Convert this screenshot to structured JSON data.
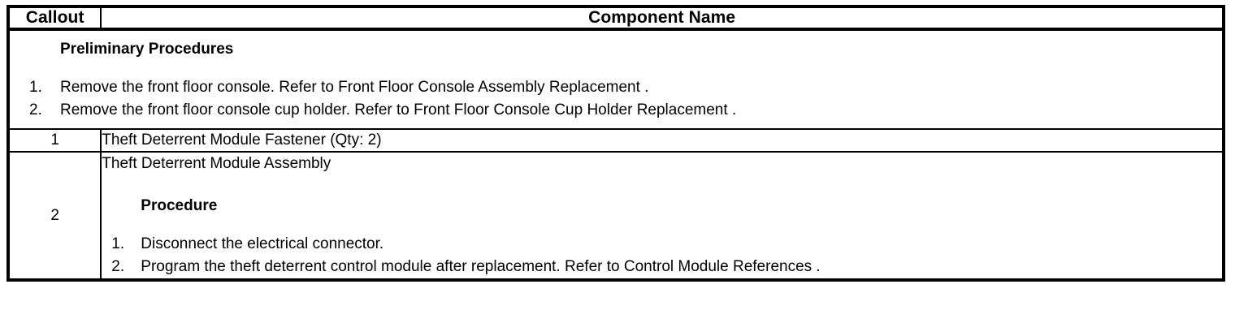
{
  "table": {
    "headers": {
      "callout": "Callout",
      "component_name": "Component Name"
    },
    "preliminary": {
      "title": "Preliminary Procedures",
      "steps": [
        {
          "num": "1.",
          "text": "Remove the front floor console. Refer to Front Floor Console Assembly Replacement ."
        },
        {
          "num": "2.",
          "text": "Remove the front floor console cup holder. Refer to Front Floor Console Cup Holder Replacement ."
        }
      ]
    },
    "rows": [
      {
        "callout": "1",
        "name": "Theft Deterrent Module Fastener (Qty: 2)"
      },
      {
        "callout": "2",
        "name": "Theft Deterrent Module Assembly",
        "procedure_title": "Procedure",
        "procedure_steps": [
          {
            "num": "1.",
            "text": "Disconnect the electrical connector."
          },
          {
            "num": "2.",
            "text": "Program the theft deterrent control module after replacement. Refer to Control Module References ."
          }
        ]
      }
    ]
  },
  "colors": {
    "border": "#000000",
    "text": "#000000",
    "background": "#ffffff"
  }
}
